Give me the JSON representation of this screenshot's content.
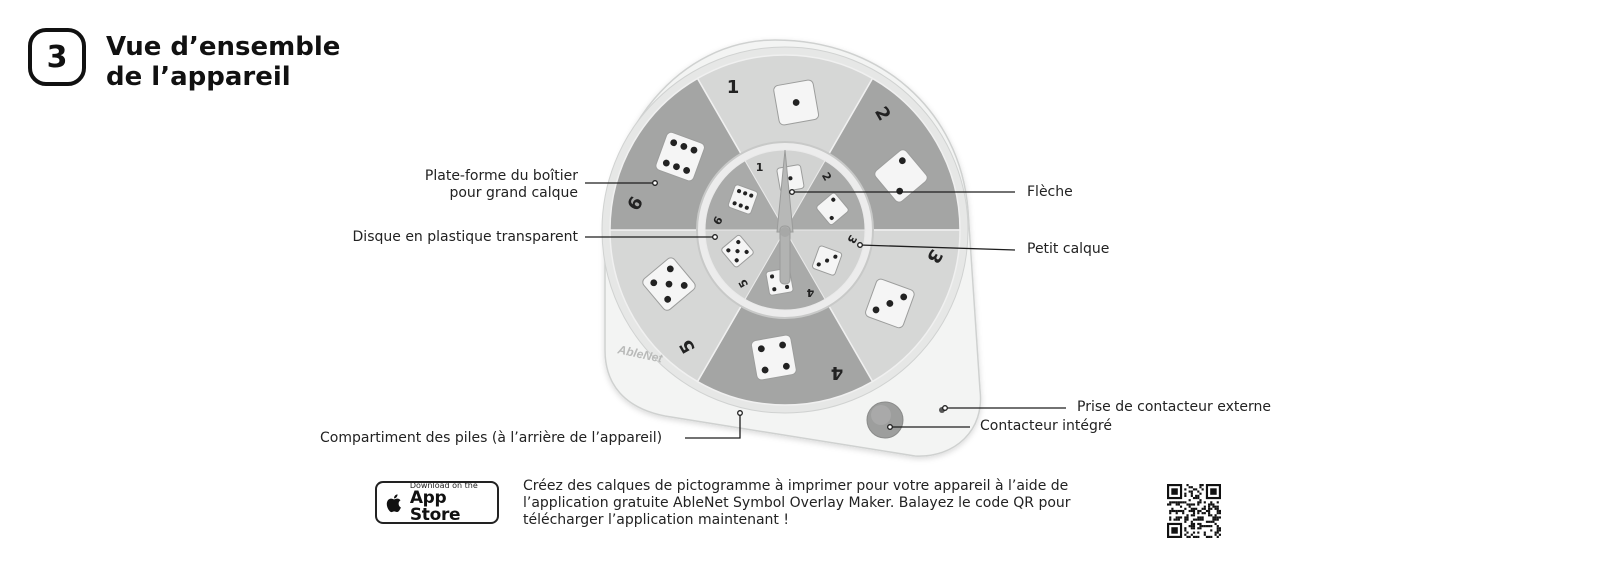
{
  "header": {
    "step_number": "3",
    "title_line1": "Vue d’ensemble",
    "title_line2": "de l’appareil"
  },
  "device": {
    "brand": "AbleNet",
    "large_overlay_numbers": [
      "1",
      "2",
      "3",
      "4",
      "5",
      "6"
    ],
    "small_overlay_numbers": [
      "1",
      "2",
      "3",
      "4",
      "5",
      "6"
    ]
  },
  "callouts": {
    "housing_platform": {
      "line1": "Plate-forme du boîtier",
      "line2": "pour grand calque"
    },
    "clear_disc": "Disque en plastique transparent",
    "battery_compartment": "Compartiment des piles (à l’arrière de l’appareil)",
    "arrow": "Flèche",
    "small_overlay": "Petit calque",
    "external_switch_jack": "Prise de contacteur externe",
    "built_in_switch": "Contacteur intégré"
  },
  "footer": {
    "app_store": {
      "small_label": "Download on the",
      "big_label": "App Store"
    },
    "promo_line1": "Créez des calques de pictogramme à imprimer pour votre appareil à l’aide de",
    "promo_line2": "l’application gratuite AbleNet Symbol Overlay Maker. Balayez le code QR pour",
    "promo_line3": "télécharger l’application maintenant !"
  },
  "colors": {
    "housing": "#f3f4f3",
    "housing_edge": "#dcdedd",
    "sector_light": "#d6d7d6",
    "sector_dark": "#a4a5a4",
    "die_face": "#f5f5f5",
    "pip": "#222222",
    "line": "#1e1e1e"
  },
  "icons": {
    "app_store_logo": "apple-logo-icon",
    "qr": "qr-code-icon"
  }
}
